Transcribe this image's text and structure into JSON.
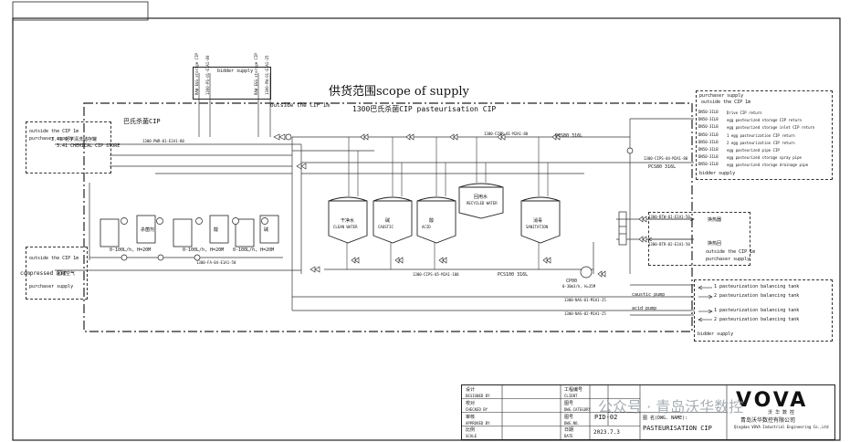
{
  "header": {
    "title": "供货范围scope of supply",
    "subtitle": "1300巴氏杀菌CIP pasteurisation CIP",
    "section_label": "巴氏杀菌CIP",
    "outside_top": "outside the CIP 1m"
  },
  "bidder_top": {
    "label": "bidder supply",
    "lines": [
      "RAW EGG storage CIP",
      "1300-PS-01-E1A1-80",
      "RAW EGG storage CIP",
      "1300-PW-01-E1A1-25"
    ]
  },
  "left_boxes": {
    "chem": [
      "outside the CIP 1m",
      "purchaser supply",
      "3.41 化学清洗储存罐",
      "3.41 CHEMICAL CIP STORE"
    ],
    "air": [
      "outside the CIP 1m",
      "compressed air",
      "压缩空气",
      "purchaser supply"
    ]
  },
  "right_top": {
    "header": [
      "purchaser supply",
      "outside the CIP 1m"
    ],
    "items": [
      {
        "tag": "DN50-3ILB",
        "desc": "Drive CIP return"
      },
      {
        "tag": "DN50-3ILB",
        "desc": "egg pasteurized storage CIP return"
      },
      {
        "tag": "DN50-3ILB",
        "desc": "egg pasteurized storage inlet CIP return"
      },
      {
        "tag": "DN50-3ILB",
        "desc": "1 egg pasteurization CIP return"
      },
      {
        "tag": "DN50-3ILB",
        "desc": "2 egg pasteurization CIP return"
      },
      {
        "tag": "DN50-3ILB",
        "desc": "egg pasteurized pipe CIP"
      },
      {
        "tag": "DN50-3ILB",
        "desc": "egg pasteurized storage  spray pipe"
      },
      {
        "tag": "DN50-3ILB",
        "desc": "egg pasteurized storage drainage pipe"
      }
    ],
    "footer": "bidder supply"
  },
  "right_mid": {
    "lines": [
      "1300-BTW-01-E1A1-50",
      "换热器",
      "1300-BTR-02-E1A1-50",
      "换热回",
      "outside the CIP 1m",
      "purchaser supply"
    ]
  },
  "right_bottom": {
    "items": [
      "1 pasteurization balancing tank",
      "2 pasteurization balancing tank",
      "1 pasteurization balancing tank",
      "2 pasteurization balancing tank"
    ],
    "footer": "bidder supply"
  },
  "tanks": [
    {
      "cn": "干净水",
      "en": "CLEAN WATER"
    },
    {
      "cn": "碱",
      "en": "CAUSTIC"
    },
    {
      "cn": "酸",
      "en": "ACID"
    },
    {
      "cn": "回用水",
      "en": "RECYCLED WATER"
    },
    {
      "cn": "消毒",
      "en": "SANITATION"
    }
  ],
  "dosing": [
    {
      "cn": "杀菌剂",
      "spec": "0-100L/h, H=20M"
    },
    {
      "cn": "酸",
      "spec": "0-100L/h, H=20M"
    },
    {
      "cn": "碱",
      "spec": "0-100L/h, H=20M"
    }
  ],
  "lines": {
    "pwr": "1300-PWR-01-E1A1-80",
    "cip_in": "1300-CIPR-01-M2A1-80",
    "cip_s": "1300-CIPS-05-M2A1-100",
    "cip_s2": "1300-CIPS-04-M2A1-80",
    "pcs100": "PCS100  316L",
    "pcs80": "PCS80  316L",
    "pcs80b": "PCS80  316L",
    "caustic_line": "1300-NAS-01-M1A1-25",
    "caustic_pump": "caustic pump",
    "acid_line": "1300-NAS-02-M1A1-25",
    "acid_pump": "acid pump",
    "pump": "CP00",
    "pump_spec": "0-30m3/h, H=35M",
    "fa_line": "1300-FA-04-E1A1-50"
  },
  "titleblock": {
    "rows": [
      [
        "设计",
        "DESIGNED BY"
      ],
      [
        "校对",
        "CHECKED BY"
      ],
      [
        "审核",
        "APPROVED BY"
      ],
      [
        "比例",
        "SCALE"
      ]
    ],
    "mid": [
      [
        "工程编号",
        "CLIENT"
      ],
      [
        "图号",
        "DWG.CATEGORY"
      ],
      [
        "图号",
        "DWG.NO."
      ],
      [
        "日期",
        "DATE"
      ]
    ],
    "dwg_no": "PID-02",
    "date": "2023.7.3",
    "name_label": "图  名(DWG. NAME):",
    "name": "PASTEURISATION CIP",
    "company_cn": "青岛沃华数控有限公司",
    "company_en": "Qingdao VOVA Industrial Engineering Co.,Ltd",
    "logo": "VOVA",
    "logo_sub": "沃 华 数 控",
    "watermark": "公众号 · 青岛沃华数控"
  }
}
